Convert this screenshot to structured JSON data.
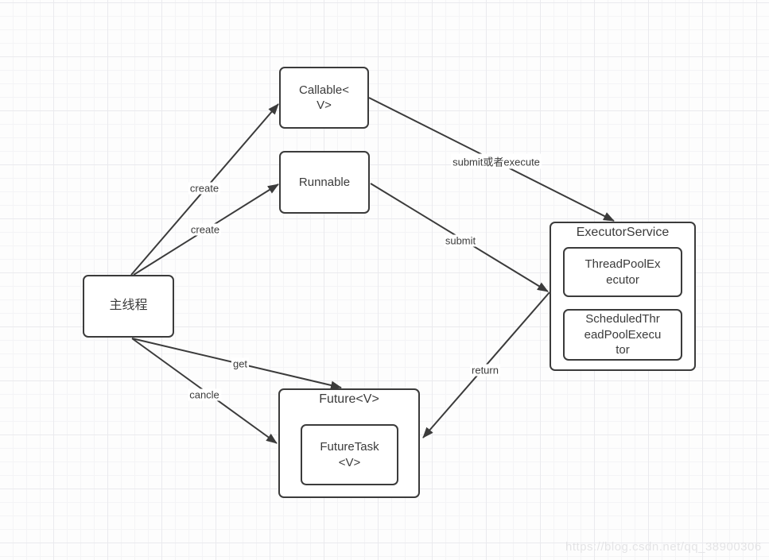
{
  "diagram": {
    "nodes": {
      "callable": {
        "label": "Callable<\nV>"
      },
      "runnable": {
        "label": "Runnable"
      },
      "executor_service": {
        "title": "ExecutorService"
      },
      "thread_pool_executor": {
        "label": "ThreadPoolEx\necutor"
      },
      "scheduled_thread_pool_executor": {
        "label": "ScheduledThr\neadPoolExecu\ntor"
      },
      "main_thread": {
        "label": "主线程"
      },
      "future": {
        "title": "Future<V>"
      },
      "future_task": {
        "label": "FutureTask\n<V>"
      }
    },
    "edges": {
      "create_callable": {
        "label": "create"
      },
      "create_runnable": {
        "label": "create"
      },
      "submit_or_execute": {
        "label": "submit或者execute"
      },
      "submit": {
        "label": "submit"
      },
      "get": {
        "label": "get"
      },
      "cancle": {
        "label": "cancle"
      },
      "return": {
        "label": "return"
      }
    },
    "colors": {
      "stroke": "#3b3b3b",
      "node_background": "#ffffff",
      "watermark": "#e4e4e6"
    }
  },
  "watermark": {
    "text": "https://blog.csdn.net/qq_38900306"
  }
}
